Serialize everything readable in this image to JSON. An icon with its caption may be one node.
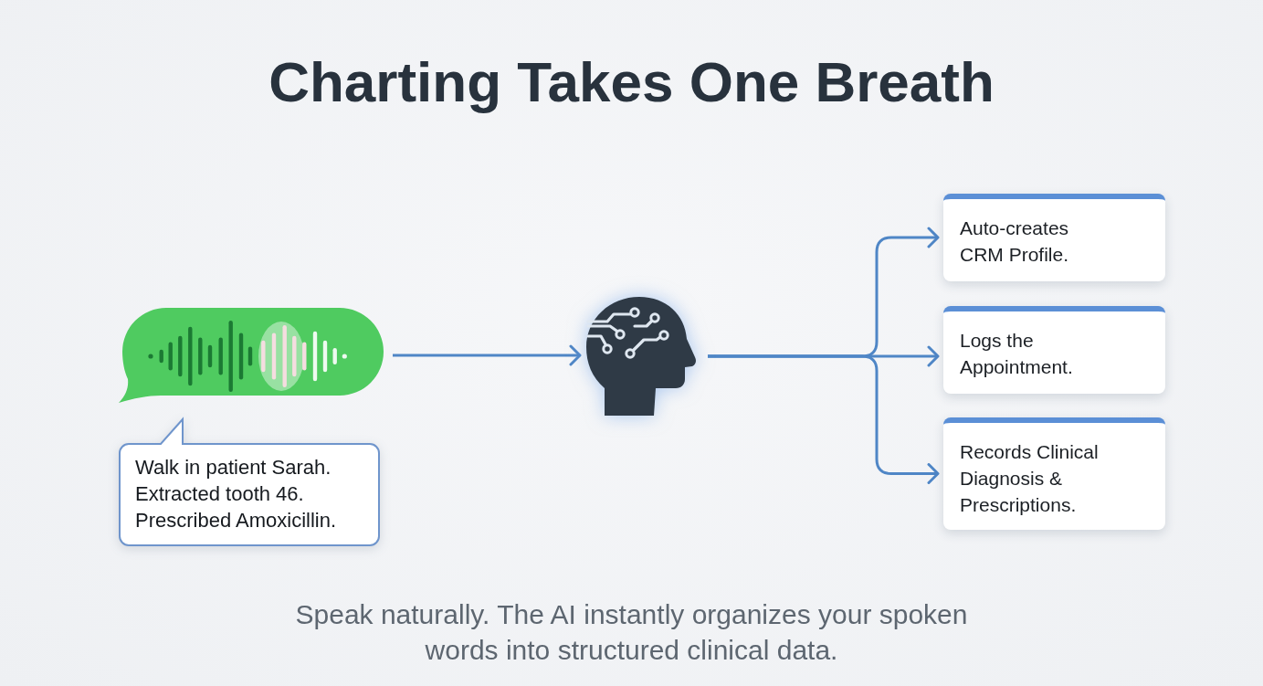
{
  "diagram": {
    "title": "Charting Takes One Breath",
    "nodes": [
      {
        "text": [],
        "shape": "picture"
      },
      {
        "text": [
          "Walk in patient Sarah. Extracted tooth 46. Prescribed Amoxicillin."
        ]
      },
      {
        "text": [],
        "shape": "picture"
      },
      {
        "text": [
          "Auto-creates CRM Profile."
        ]
      },
      {
        "text": [
          "Logs the Appointment."
        ]
      },
      {
        "text": [
          "Records Clinical Diagnosis & Prescriptions."
        ]
      }
    ],
    "edges": [
      {
        "from": 0,
        "to": 2,
        "arrow": "to"
      },
      {
        "from": 2,
        "to": 3,
        "arrow": "to"
      },
      {
        "from": 2,
        "to": 4,
        "arrow": "to"
      },
      {
        "from": 2,
        "to": 5,
        "arrow": "to"
      }
    ],
    "caption": "Speak naturally. The AI instantly organizes your spoken words into structured clinical data."
  }
}
